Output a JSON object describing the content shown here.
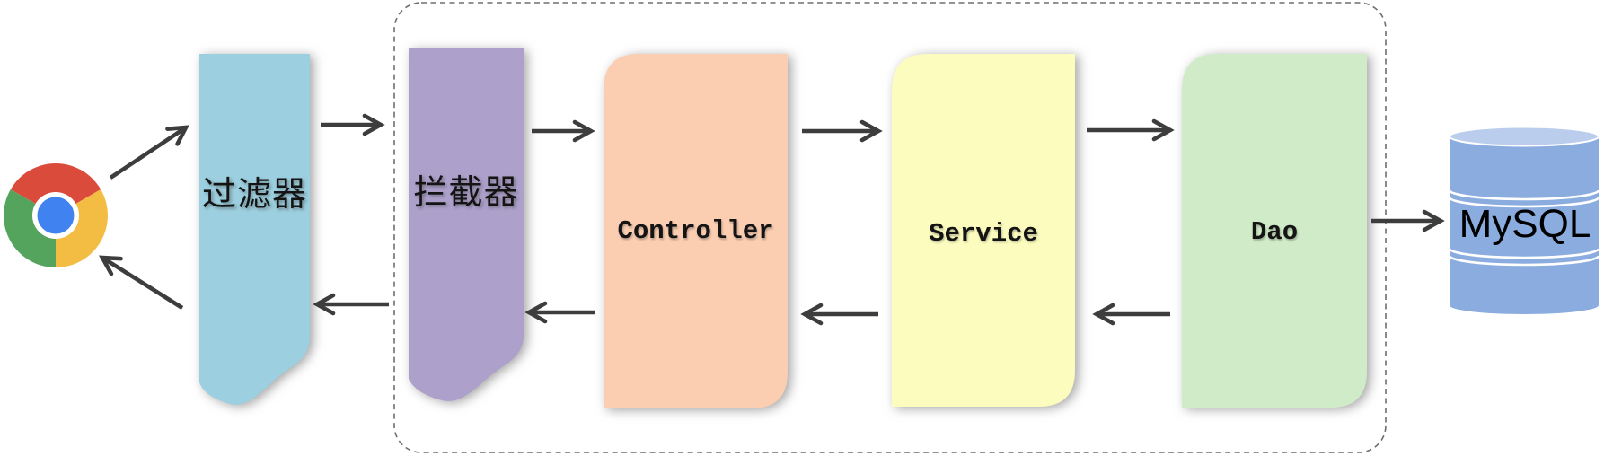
{
  "diagram": {
    "nodes": [
      {
        "id": "filter",
        "label": "过滤器",
        "fill": "#9CCFDF"
      },
      {
        "id": "interceptor",
        "label": "拦截器",
        "fill": "#ADA0CB"
      },
      {
        "id": "controller",
        "label": "Controller",
        "fill": "#FBCDB1"
      },
      {
        "id": "service",
        "label": "Service",
        "fill": "#FCFCBE"
      },
      {
        "id": "dao",
        "label": "Dao",
        "fill": "#D0EBC8"
      }
    ],
    "database": {
      "label": "MySQL",
      "body_fill": "#8AACDF",
      "lid_fill": "#BACDED"
    },
    "browser": {
      "icon": "chrome",
      "red": "#DB4B3C",
      "yellow": "#F2BD42",
      "green": "#54A45E",
      "blue": "#4083F0"
    },
    "arrows": {
      "color": "#3D3D3D"
    },
    "boundary": {
      "style": "dashed",
      "color": "#6E6E6E"
    }
  }
}
